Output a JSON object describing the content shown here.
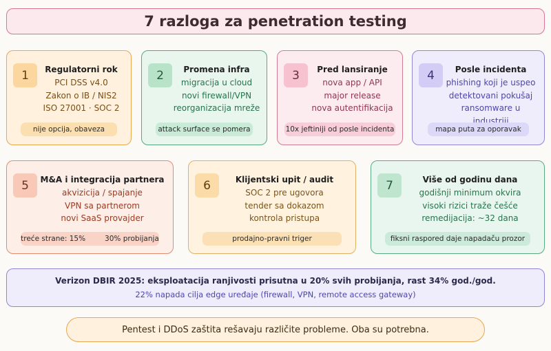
{
  "title": "7 razloga za penetration testing",
  "cards": [
    {
      "number": "1",
      "title": "Regulatorni rok",
      "lines": [
        "PCI DSS v4.0",
        "Zakon o IB / NIS2",
        "ISO 27001 · SOC 2"
      ],
      "pill": "nije opcija, obaveza"
    },
    {
      "number": "2",
      "title": "Promena infra",
      "lines": [
        "migracija u cloud",
        "novi firewall/VPN",
        "reorganizacija mreže"
      ],
      "pill": "attack surface se pomera"
    },
    {
      "number": "3",
      "title": "Pred lansiranje",
      "lines": [
        "nova app / API",
        "major release",
        "nova autentifikacija"
      ],
      "pill": "10x jeftiniji od posle incidenta"
    },
    {
      "number": "4",
      "title": "Posle incidenta",
      "lines": [
        "phishing koji je uspeo",
        "detektovani pokušaj",
        "ransomware u industriji"
      ],
      "pill": "mapa puta za oporavak"
    },
    {
      "number": "5",
      "title": "M&A i integracija partnera",
      "lines": [
        "akvizicija / spajanje",
        "VPN sa partnerom",
        "novi SaaS provajder"
      ],
      "pill_left": "treće strane: 15%",
      "pill_right": "30% probijanja"
    },
    {
      "number": "6",
      "title": "Klijentski upit / audit",
      "lines": [
        "SOC 2 pre ugovora",
        "tender sa dokazom",
        "kontrola pristupa"
      ],
      "pill": "prodajno-pravni triger"
    },
    {
      "number": "7",
      "title": "Više od godinu dana",
      "lines": [
        "godišnji minimum okvira",
        "visoki rizici traže češće",
        "remedijacija: ~32 dana"
      ],
      "pill": "fiksni raspored daje napadaču prozor"
    }
  ],
  "stat": {
    "main": "Verizon DBIR 2025: eksploatacija ranjivosti prisutna u 20% svih probijanja, rast 34% god./god.",
    "sub": "22% napada cilja edge uređaje (firewall, VPN, remote access gateway)"
  },
  "footer": "Pentest i DDoS zaštita rešavaju različite probleme. Oba su potrebna."
}
